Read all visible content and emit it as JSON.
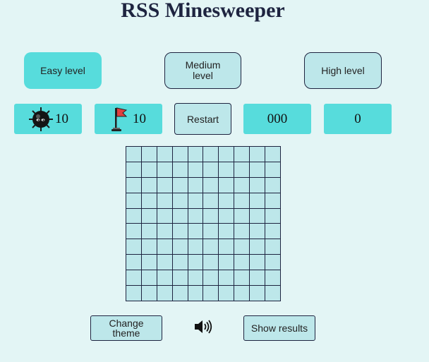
{
  "title": "RSS Minesweeper",
  "levels": [
    {
      "label": "Easy level",
      "active": true
    },
    {
      "label": "Medium level",
      "active": false
    },
    {
      "label": "High level",
      "active": false
    }
  ],
  "status": {
    "mines_icon": "mine-icon",
    "mines_count": "10",
    "flags_icon": "flag-icon",
    "flags_count": "10",
    "restart_label": "Restart",
    "timer": "000",
    "moves": "0"
  },
  "board": {
    "rows": 10,
    "cols": 10
  },
  "bottom": {
    "change_theme_label": "Change theme",
    "sound_icon": "speaker-icon",
    "show_results_label": "Show results"
  },
  "colors": {
    "background": "#e3f5f5",
    "accent": "#57dcdc",
    "button": "#bde7ea",
    "border": "#1e2440"
  }
}
